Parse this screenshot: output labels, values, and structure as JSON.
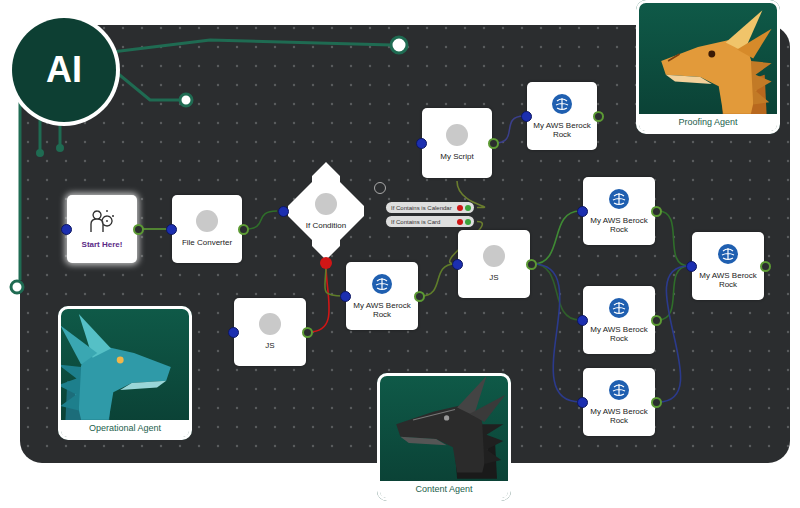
{
  "diagram": {
    "nodes": [
      {
        "text": [
          "AI"
        ]
      },
      {
        "text": [
          "Proofing Agent"
        ]
      },
      {
        "text": [
          "My AWS Berock Rock"
        ]
      },
      {
        "text": [
          "My Script"
        ]
      },
      {
        "text": [
          "My AWS Berock Rock"
        ]
      },
      {
        "text": [
          "If Condition"
        ]
      },
      {
        "text": [
          "If Contains is Calendar"
        ]
      },
      {
        "text": [
          "If Contains is Card"
        ]
      },
      {
        "text": [
          "Start Here!"
        ]
      },
      {
        "text": [
          "File Converter"
        ]
      },
      {
        "text": [
          "JS"
        ]
      },
      {
        "text": [
          "My AWS Berock Rock"
        ]
      },
      {
        "text": [
          "My AWS Berock Rock"
        ]
      },
      {
        "text": [
          "My AWS Berock Rock"
        ]
      },
      {
        "text": [
          "JS"
        ]
      },
      {
        "text": [
          "Operational Agent"
        ]
      },
      {
        "text": [
          "My AWS Berock Rock"
        ]
      },
      {
        "text": [
          "Content Agent"
        ]
      }
    ],
    "edges": [
      {
        "from": 8,
        "to": 9,
        "arrow": "none"
      },
      {
        "from": 9,
        "to": 5,
        "arrow": "none"
      },
      {
        "from": 5,
        "to": 14,
        "arrow": "none"
      },
      {
        "from": 5,
        "to": 12,
        "arrow": "none"
      },
      {
        "from": 6,
        "to": 3,
        "arrow": "none"
      },
      {
        "from": 7,
        "to": 10,
        "arrow": "none"
      },
      {
        "from": 3,
        "to": 2,
        "arrow": "none"
      },
      {
        "from": 12,
        "to": 10,
        "arrow": "none"
      },
      {
        "from": 10,
        "to": 4,
        "arrow": "none"
      },
      {
        "from": 10,
        "to": 13,
        "arrow": "none"
      },
      {
        "from": 10,
        "to": 16,
        "arrow": "none"
      },
      {
        "from": 4,
        "to": 11,
        "arrow": "none"
      },
      {
        "from": 13,
        "to": 11,
        "arrow": "none"
      },
      {
        "from": 16,
        "to": 11,
        "arrow": "none"
      }
    ]
  }
}
